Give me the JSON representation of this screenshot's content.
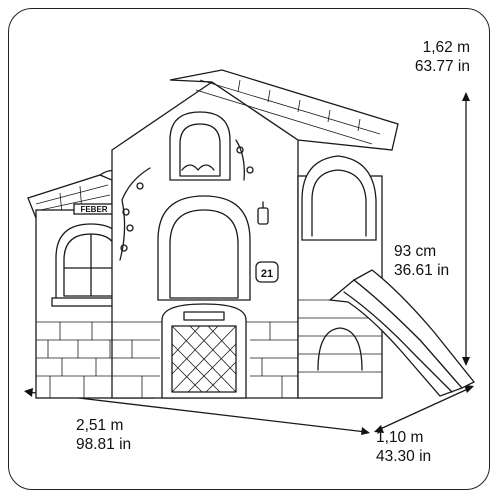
{
  "dimensions": {
    "height": {
      "metric": "1,62 m",
      "imperial": "63.77 in"
    },
    "inner_height": {
      "metric": "93 cm",
      "imperial": "36.61 in"
    },
    "width": {
      "metric": "2,51 m",
      "imperial": "98.81 in"
    },
    "depth": {
      "metric": "1,10 m",
      "imperial": "43.30 in"
    }
  },
  "house": {
    "brand_plate": "FEBER",
    "house_number": "21"
  }
}
